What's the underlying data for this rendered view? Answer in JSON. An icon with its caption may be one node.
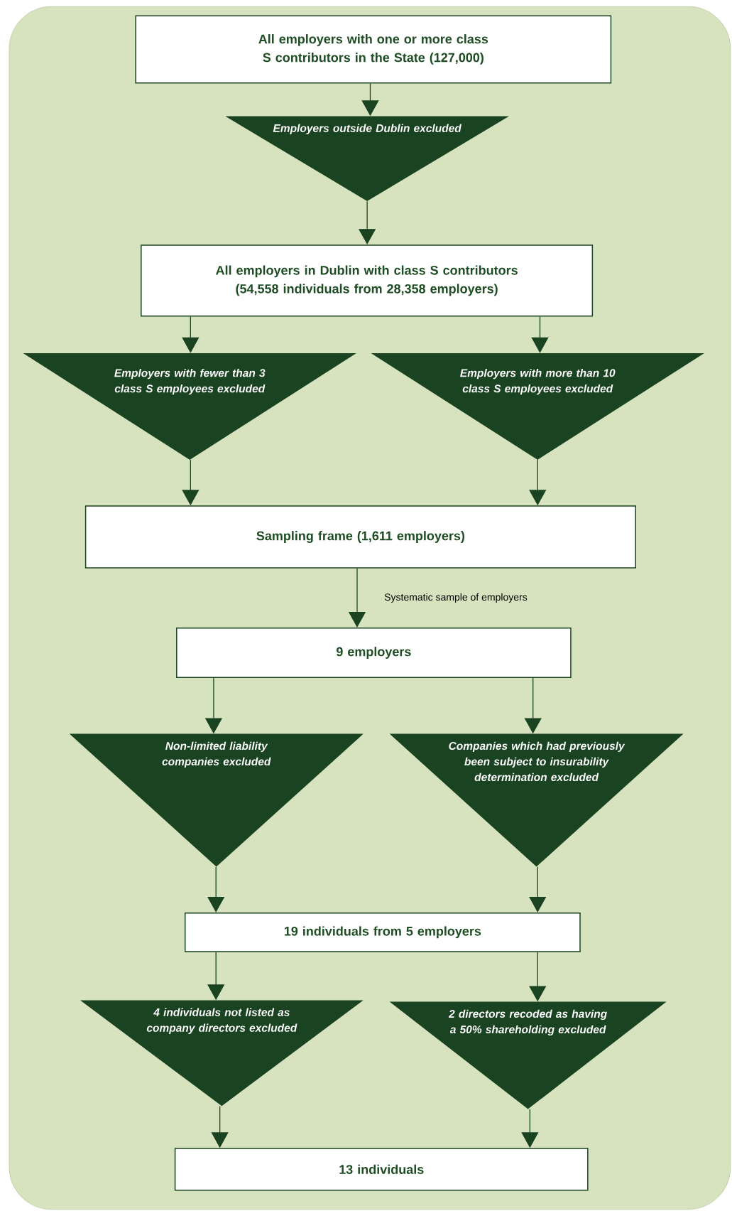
{
  "diagram": {
    "nodes": [
      {
        "text": [
          "All employers with one or more class S contributors in the State (127,000)"
        ]
      },
      {
        "text": [
          "Employers outside Dublin excluded"
        ]
      },
      {
        "text": [
          "All employers in Dublin with class S contributors (54,558 individuals from 28,358 employers)"
        ]
      },
      {
        "text": [
          "Employers with fewer than 3 class S employees excluded"
        ]
      },
      {
        "text": [
          "Employers with more than 10 class S employees excluded"
        ]
      },
      {
        "text": [
          "Sampling frame (1,611 employers)"
        ]
      },
      {
        "text": [
          "9 employers"
        ]
      },
      {
        "text": [
          "Non-limited liability companies excluded"
        ]
      },
      {
        "text": [
          "Companies which had previously been subject to insurability determination excluded"
        ]
      },
      {
        "text": [
          "19 individuals from 5 employers"
        ]
      },
      {
        "text": [
          "4 individuals not listed as company directors excluded"
        ]
      },
      {
        "text": [
          "2 directors recoded as having a 50% shareholding excluded"
        ]
      },
      {
        "text": [
          "13 individuals"
        ]
      }
    ],
    "edges": [
      {
        "from": 0,
        "to": 1,
        "arrow": "to"
      },
      {
        "from": 1,
        "to": 2,
        "arrow": "to"
      },
      {
        "from": 2,
        "to": 3,
        "arrow": "to"
      },
      {
        "from": 2,
        "to": 4,
        "arrow": "to"
      },
      {
        "from": 3,
        "to": 5,
        "arrow": "to"
      },
      {
        "from": 4,
        "to": 5,
        "arrow": "to"
      },
      {
        "from": 5,
        "to": 6,
        "arrow": "to",
        "label": "Systematic sample of employers"
      },
      {
        "from": 6,
        "to": 7,
        "arrow": "to"
      },
      {
        "from": 6,
        "to": 8,
        "arrow": "to"
      },
      {
        "from": 7,
        "to": 9,
        "arrow": "to"
      },
      {
        "from": 8,
        "to": 9,
        "arrow": "to"
      },
      {
        "from": 9,
        "to": 10,
        "arrow": "to"
      },
      {
        "from": 9,
        "to": 11,
        "arrow": "to"
      },
      {
        "from": 10,
        "to": 12,
        "arrow": "to"
      },
      {
        "from": 11,
        "to": 12,
        "arrow": "to"
      }
    ]
  }
}
